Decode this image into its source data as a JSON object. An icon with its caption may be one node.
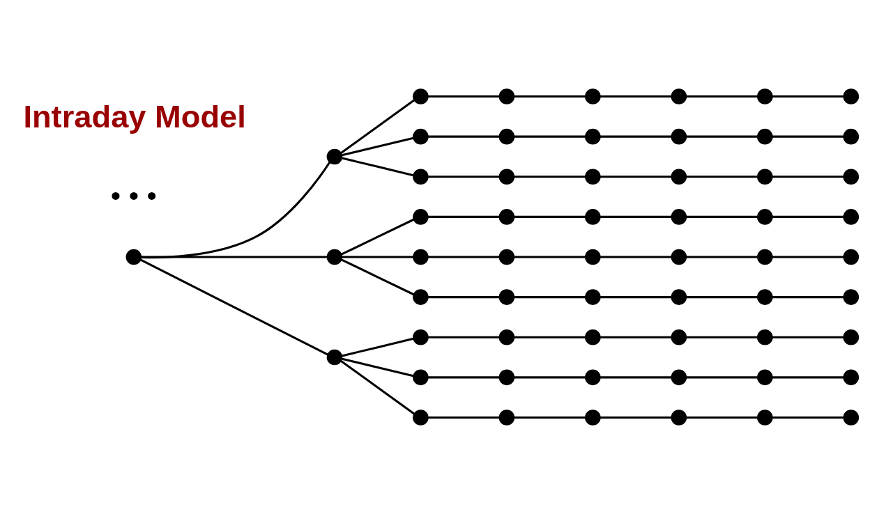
{
  "diagram": {
    "nodes": [
      {
        "text": [],
        "shape": "circle"
      },
      {
        "text": [],
        "shape": "circle"
      },
      {
        "text": [],
        "shape": "circle"
      },
      {
        "text": [],
        "shape": "circle"
      },
      {
        "text": [],
        "shape": "circle"
      },
      {
        "text": [],
        "shape": "circle"
      },
      {
        "text": [],
        "shape": "circle"
      },
      {
        "text": [],
        "shape": "circle"
      },
      {
        "text": [],
        "shape": "circle"
      },
      {
        "text": [],
        "shape": "circle"
      },
      {
        "text": [],
        "shape": "circle"
      },
      {
        "text": [],
        "shape": "circle"
      },
      {
        "text": [],
        "shape": "circle"
      },
      {
        "text": [],
        "shape": "circle"
      },
      {
        "text": [],
        "shape": "circle"
      },
      {
        "text": [],
        "shape": "circle"
      },
      {
        "text": [],
        "shape": "circle"
      },
      {
        "text": [],
        "shape": "circle"
      },
      {
        "text": [],
        "shape": "circle"
      },
      {
        "text": [],
        "shape": "circle"
      },
      {
        "text": [],
        "shape": "circle"
      },
      {
        "text": [],
        "shape": "circle"
      },
      {
        "text": [],
        "shape": "circle"
      },
      {
        "text": [],
        "shape": "circle"
      },
      {
        "text": [],
        "shape": "circle"
      },
      {
        "text": [],
        "shape": "circle"
      },
      {
        "text": [],
        "shape": "circle"
      },
      {
        "text": [],
        "shape": "circle"
      },
      {
        "text": [],
        "shape": "circle"
      },
      {
        "text": [],
        "shape": "circle"
      },
      {
        "text": [],
        "shape": "circle"
      },
      {
        "text": [],
        "shape": "circle"
      },
      {
        "text": [],
        "shape": "circle"
      },
      {
        "text": [],
        "shape": "circle"
      },
      {
        "text": [],
        "shape": "circle"
      },
      {
        "text": [],
        "shape": "circle"
      },
      {
        "text": [],
        "shape": "circle"
      },
      {
        "text": [],
        "shape": "circle"
      },
      {
        "text": [],
        "shape": "circle"
      },
      {
        "text": [],
        "shape": "circle"
      },
      {
        "text": [],
        "shape": "circle"
      },
      {
        "text": [],
        "shape": "circle"
      },
      {
        "text": [],
        "shape": "circle"
      },
      {
        "text": [],
        "shape": "circle"
      },
      {
        "text": [],
        "shape": "circle"
      },
      {
        "text": [],
        "shape": "circle"
      },
      {
        "text": [],
        "shape": "circle"
      },
      {
        "text": [],
        "shape": "circle"
      },
      {
        "text": [],
        "shape": "circle"
      },
      {
        "text": [],
        "shape": "circle"
      },
      {
        "text": [],
        "shape": "circle"
      },
      {
        "text": [],
        "shape": "circle"
      },
      {
        "text": [],
        "shape": "circle"
      },
      {
        "text": [],
        "shape": "circle"
      },
      {
        "text": [],
        "shape": "circle"
      },
      {
        "text": [],
        "shape": "circle"
      },
      {
        "text": [],
        "shape": "circle"
      },
      {
        "text": [],
        "shape": "circle"
      }
    ],
    "edges": [
      {
        "from": 0,
        "to": 1,
        "arrow": "none"
      },
      {
        "from": 0,
        "to": 2,
        "arrow": "none"
      },
      {
        "from": 0,
        "to": 3,
        "arrow": "none"
      },
      {
        "from": 1,
        "to": 4,
        "arrow": "none"
      },
      {
        "from": 1,
        "to": 10,
        "arrow": "none"
      },
      {
        "from": 1,
        "to": 16,
        "arrow": "none"
      },
      {
        "from": 2,
        "to": 22,
        "arrow": "none"
      },
      {
        "from": 2,
        "to": 28,
        "arrow": "none"
      },
      {
        "from": 2,
        "to": 34,
        "arrow": "none"
      },
      {
        "from": 3,
        "to": 40,
        "arrow": "none"
      },
      {
        "from": 3,
        "to": 46,
        "arrow": "none"
      },
      {
        "from": 3,
        "to": 52,
        "arrow": "none"
      },
      {
        "from": 4,
        "to": 5,
        "arrow": "none"
      },
      {
        "from": 5,
        "to": 6,
        "arrow": "none"
      },
      {
        "from": 6,
        "to": 7,
        "arrow": "none"
      },
      {
        "from": 7,
        "to": 8,
        "arrow": "none"
      },
      {
        "from": 8,
        "to": 9,
        "arrow": "none"
      },
      {
        "from": 10,
        "to": 11,
        "arrow": "none"
      },
      {
        "from": 11,
        "to": 12,
        "arrow": "none"
      },
      {
        "from": 12,
        "to": 13,
        "arrow": "none"
      },
      {
        "from": 13,
        "to": 14,
        "arrow": "none"
      },
      {
        "from": 14,
        "to": 15,
        "arrow": "none"
      },
      {
        "from": 16,
        "to": 17,
        "arrow": "none"
      },
      {
        "from": 17,
        "to": 18,
        "arrow": "none"
      },
      {
        "from": 18,
        "to": 19,
        "arrow": "none"
      },
      {
        "from": 19,
        "to": 20,
        "arrow": "none"
      },
      {
        "from": 20,
        "to": 21,
        "arrow": "none"
      },
      {
        "from": 22,
        "to": 23,
        "arrow": "none"
      },
      {
        "from": 23,
        "to": 24,
        "arrow": "none"
      },
      {
        "from": 24,
        "to": 25,
        "arrow": "none"
      },
      {
        "from": 25,
        "to": 26,
        "arrow": "none"
      },
      {
        "from": 26,
        "to": 27,
        "arrow": "none"
      },
      {
        "from": 28,
        "to": 29,
        "arrow": "none"
      },
      {
        "from": 29,
        "to": 30,
        "arrow": "none"
      },
      {
        "from": 30,
        "to": 31,
        "arrow": "none"
      },
      {
        "from": 31,
        "to": 32,
        "arrow": "none"
      },
      {
        "from": 32,
        "to": 33,
        "arrow": "none"
      },
      {
        "from": 34,
        "to": 35,
        "arrow": "none"
      },
      {
        "from": 35,
        "to": 36,
        "arrow": "none"
      },
      {
        "from": 36,
        "to": 37,
        "arrow": "none"
      },
      {
        "from": 37,
        "to": 38,
        "arrow": "none"
      },
      {
        "from": 38,
        "to": 39,
        "arrow": "none"
      },
      {
        "from": 40,
        "to": 41,
        "arrow": "none"
      },
      {
        "from": 41,
        "to": 42,
        "arrow": "none"
      },
      {
        "from": 42,
        "to": 43,
        "arrow": "none"
      },
      {
        "from": 43,
        "to": 44,
        "arrow": "none"
      },
      {
        "from": 44,
        "to": 45,
        "arrow": "none"
      },
      {
        "from": 46,
        "to": 47,
        "arrow": "none"
      },
      {
        "from": 47,
        "to": 48,
        "arrow": "none"
      },
      {
        "from": 48,
        "to": 49,
        "arrow": "none"
      },
      {
        "from": 49,
        "to": 50,
        "arrow": "none"
      },
      {
        "from": 50,
        "to": 51,
        "arrow": "none"
      },
      {
        "from": 52,
        "to": 53,
        "arrow": "none"
      },
      {
        "from": 53,
        "to": 54,
        "arrow": "none"
      },
      {
        "from": 54,
        "to": 55,
        "arrow": "none"
      },
      {
        "from": 55,
        "to": 56,
        "arrow": "none"
      },
      {
        "from": 56,
        "to": 57,
        "arrow": "none"
      }
    ],
    "labels": [
      "• • •",
      "Intraday Model"
    ]
  }
}
